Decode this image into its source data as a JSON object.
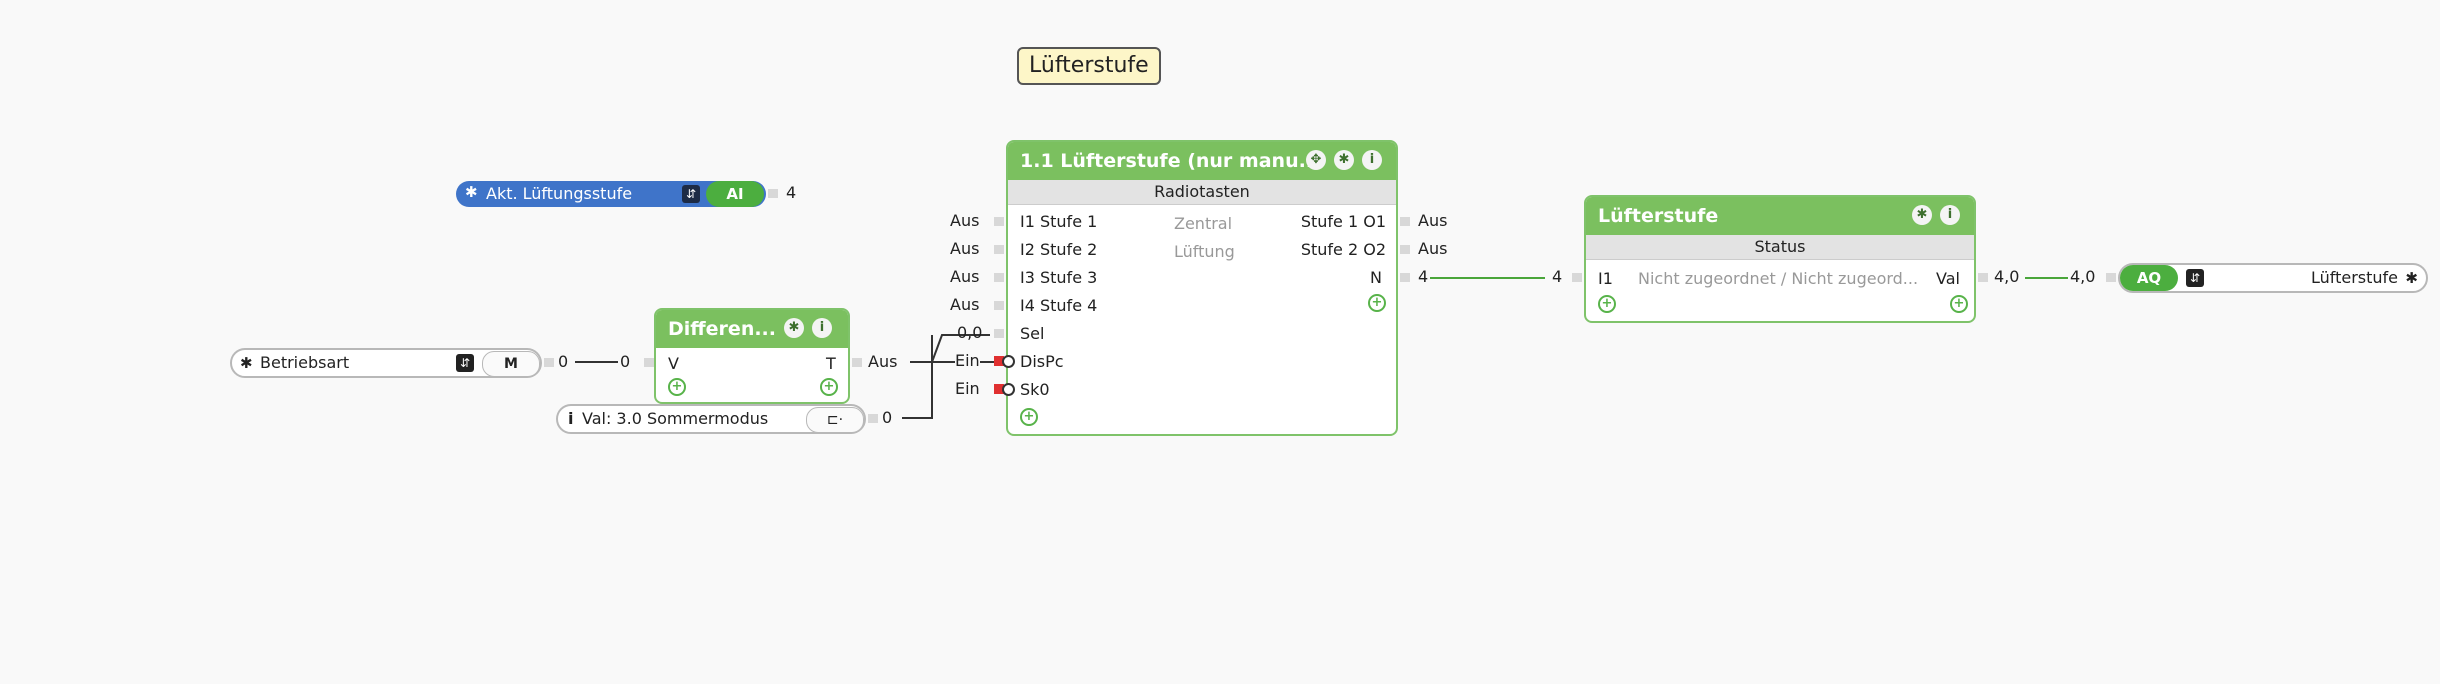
{
  "title_label": "Lüfterstufe",
  "akt_block": {
    "label": "Akt. Lüftungsstufe",
    "tag": "AI",
    "value": "4"
  },
  "betrieb_block": {
    "label": "Betriebsart",
    "tag": "M",
    "out1": "0",
    "out2": "0"
  },
  "val_block": {
    "label": "Val: 3.0 Sommermodus",
    "out": "0"
  },
  "diff_block": {
    "title": "Differen...",
    "in_port": "V",
    "out_port": "T",
    "out_value": "Aus"
  },
  "main_block": {
    "title": "1.1  Lüfterstufe  (nur  manu...",
    "subtitle": "Radiotasten",
    "center_line1": "Zentral",
    "center_line2": "Lüftung",
    "inputs": [
      {
        "name": "I1 Stufe 1",
        "value": "Aus"
      },
      {
        "name": "I2 Stufe 2",
        "value": "Aus"
      },
      {
        "name": "I3 Stufe 3",
        "value": "Aus"
      },
      {
        "name": "I4 Stufe 4",
        "value": "Aus"
      },
      {
        "name": "Sel",
        "value": "0,0"
      },
      {
        "name": "DisPc",
        "value": "Ein"
      },
      {
        "name": "Sk0",
        "value": "Ein"
      }
    ],
    "outputs": [
      {
        "name": "Stufe 1 O1",
        "value": "Aus"
      },
      {
        "name": "Stufe 2 O2",
        "value": "Aus"
      },
      {
        "name": "N",
        "value": "4"
      }
    ]
  },
  "status_block": {
    "title": "Lüfterstufe",
    "subtitle": "Status",
    "in_port": "I1",
    "in_value": "4",
    "text": "Nicht zugeordnet / Nicht zugeord...",
    "out_port": "Val",
    "out_value": "4,0"
  },
  "aq_block": {
    "in_value": "4,0",
    "tag": "AQ",
    "label": "Lüfterstufe"
  },
  "colors": {
    "green": "#7bc05f",
    "blue": "#3f74c9",
    "wire": "#4aa63b"
  }
}
